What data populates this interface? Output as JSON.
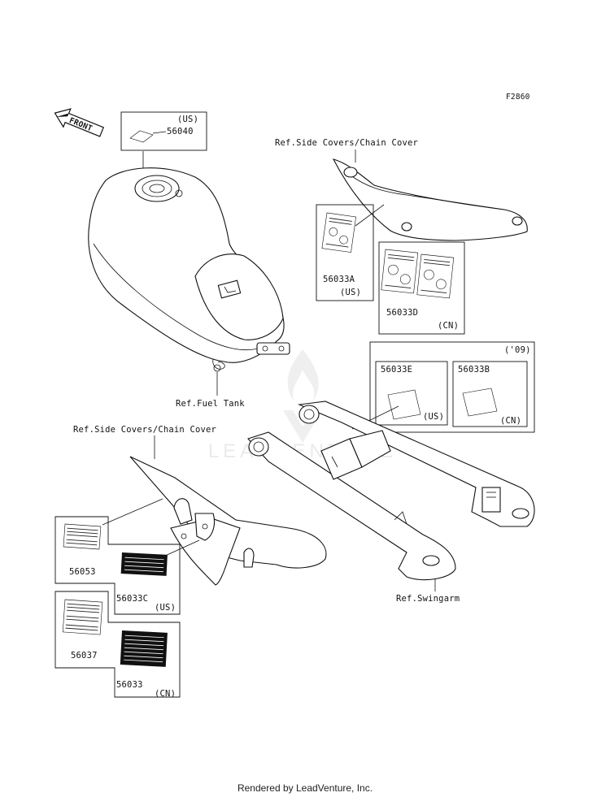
{
  "diagram": {
    "figure_code": "F2860",
    "front_label": "FRONT",
    "watermark": "LEADVENTURE"
  },
  "refs": {
    "side_covers_top": "Ref.Side Covers/Chain Cover",
    "side_covers_left": "Ref.Side Covers/Chain Cover",
    "fuel_tank": "Ref.Fuel Tank",
    "swingarm": "Ref.Swingarm"
  },
  "parts": {
    "p56040": "56040",
    "p56040_region": "(US)",
    "p56033A": "56033A",
    "p56033A_region": "(US)",
    "p56033D": "56033D",
    "p56033D_region": "(CN)",
    "year_group": "('09)",
    "p56033E": "56033E",
    "p56033E_region": "(US)",
    "p56033B": "56033B",
    "p56033B_region": "(CN)",
    "p56053": "56053",
    "p56033C": "56033C",
    "p56033C_region": "(US)",
    "p56037": "56037",
    "p56033": "56033",
    "p56033_region": "(CN)"
  },
  "footer": "Rendered by LeadVenture, Inc."
}
